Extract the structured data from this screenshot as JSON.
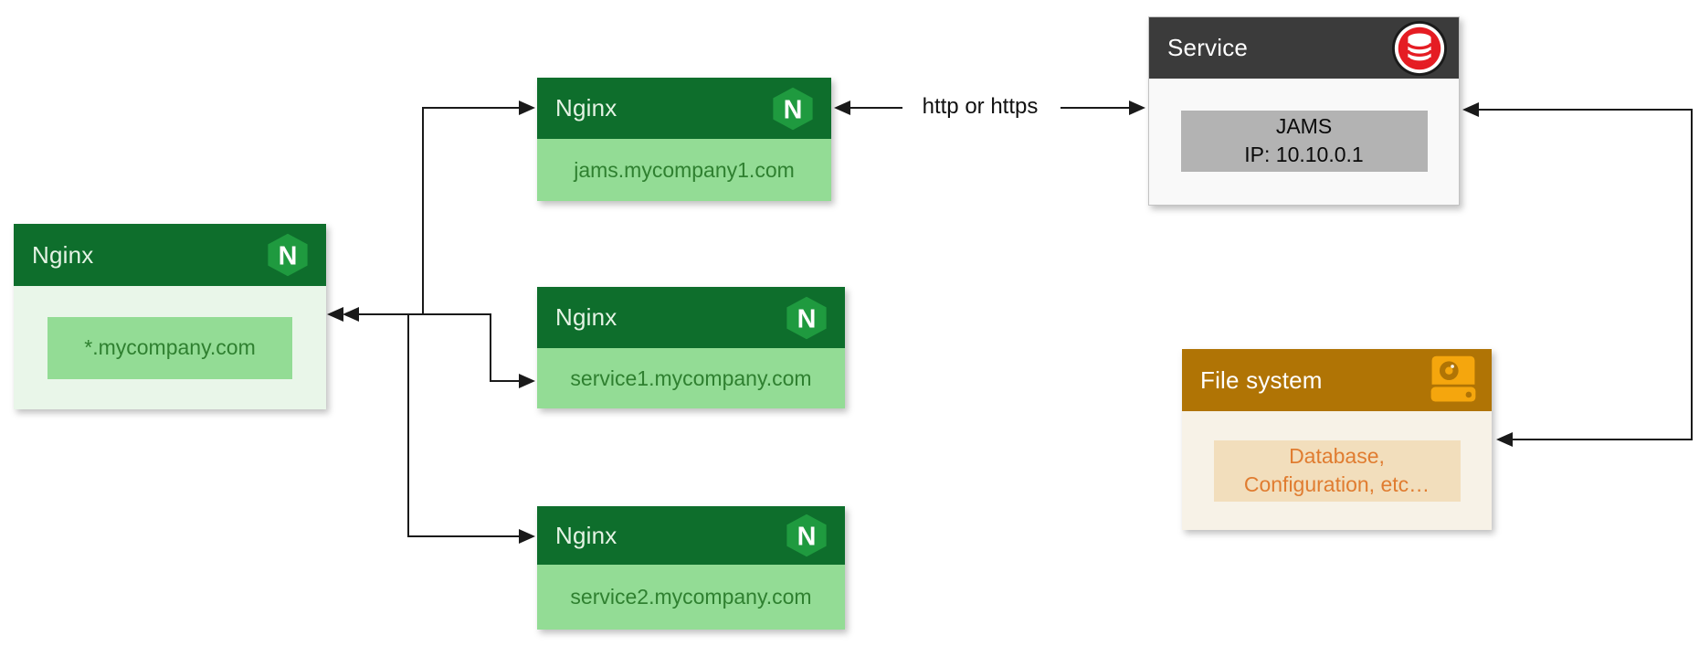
{
  "diagram": {
    "nodes": {
      "wildcard_nginx": {
        "title": "Nginx",
        "label": "*.mycompany.com"
      },
      "jams_nginx": {
        "title": "Nginx",
        "label": "jams.mycompany1.com"
      },
      "service1_nginx": {
        "title": "Nginx",
        "label": "service1.mycompany.com"
      },
      "service2_nginx": {
        "title": "Nginx",
        "label": "service2.mycompany.com"
      },
      "service": {
        "title": "Service",
        "label_line1": "JAMS",
        "label_line2": "IP: 10.10.0.1"
      },
      "file_system": {
        "title": "File system",
        "label_line1": "Database,",
        "label_line2": "Configuration, etc…"
      }
    },
    "connections": {
      "http_label": "http or https"
    },
    "icons": {
      "nginx_letter": "N",
      "nginx_logo": "nginx-hexagon",
      "service_icon": "database-cylinder",
      "file_system_icon": "hard-drive"
    },
    "colors": {
      "nginx_header": "#0e6e2c",
      "nginx_logo": "#1f9a3f",
      "nginx_light": "#93dc95",
      "nginx_pale": "#e9f6e9",
      "nginx_text": "#2f8030",
      "service_header": "#3b3b3b",
      "service_body": "#f9f9f9",
      "service_inner": "#b3b3b3",
      "service_icon_red": "#e51c23",
      "fs_header": "#b07405",
      "fs_body": "#f7f2e7",
      "fs_inner": "#f2debc",
      "fs_text": "#e07c30",
      "fs_icon": "#f5a60d",
      "line": "#1a1a1a"
    }
  }
}
